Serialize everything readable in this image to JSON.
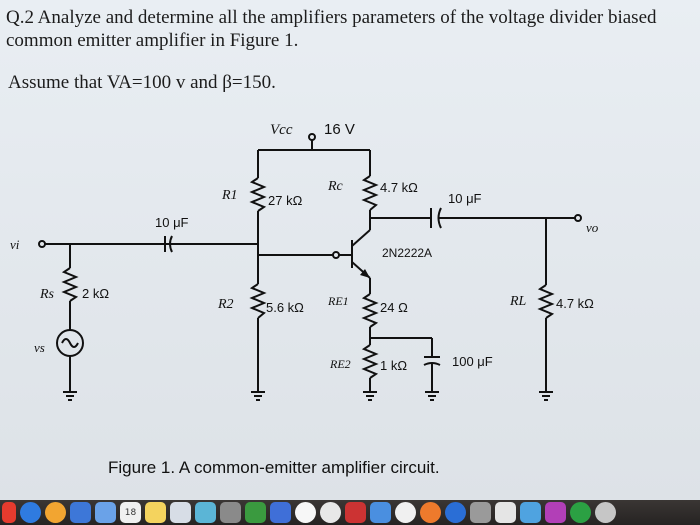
{
  "question": {
    "text": "Q.2 Analyze and determine all the amplifiers parameters of the voltage divider biased common emitter amplifier in Figure 1.",
    "assume": "Assume that VA=100 v and β=150."
  },
  "circuit": {
    "vcc_label": "Vcc",
    "vcc_value": "16 V",
    "r1_label": "R1",
    "r1_value": "27 kΩ",
    "rc_label": "Rc",
    "rc_value": "4.7 kΩ",
    "cout_value": "10 μF",
    "cin_value": "10 μF",
    "vo_label": "vo",
    "vi_label": "vi",
    "transistor": "2N2222A",
    "rs_label": "Rs",
    "rs_value": "2 kΩ",
    "vs_label": "vs",
    "r2_label": "R2",
    "r2_value": "5.6 kΩ",
    "re1_label": "RE1",
    "re1_value": "24 Ω",
    "rl_label": "RL",
    "rl_value": "4.7 kΩ",
    "re2_label": "RE2",
    "re2_value": "1 kΩ",
    "ce_value": "100 μF"
  },
  "caption": "Figure 1. A common-emitter amplifier circuit.",
  "dock": {
    "calendar_day": "18",
    "icons": [
      "finder-icon",
      "chrome-icon",
      "calendar-icon",
      "notes-icon",
      "photos-icon",
      "preview-icon",
      "numbers-icon",
      "keynote-icon",
      "maps-icon",
      "music-icon",
      "appstore-icon",
      "safari-icon",
      "facetime-icon",
      "twitter-icon",
      "launchpad-icon"
    ]
  }
}
